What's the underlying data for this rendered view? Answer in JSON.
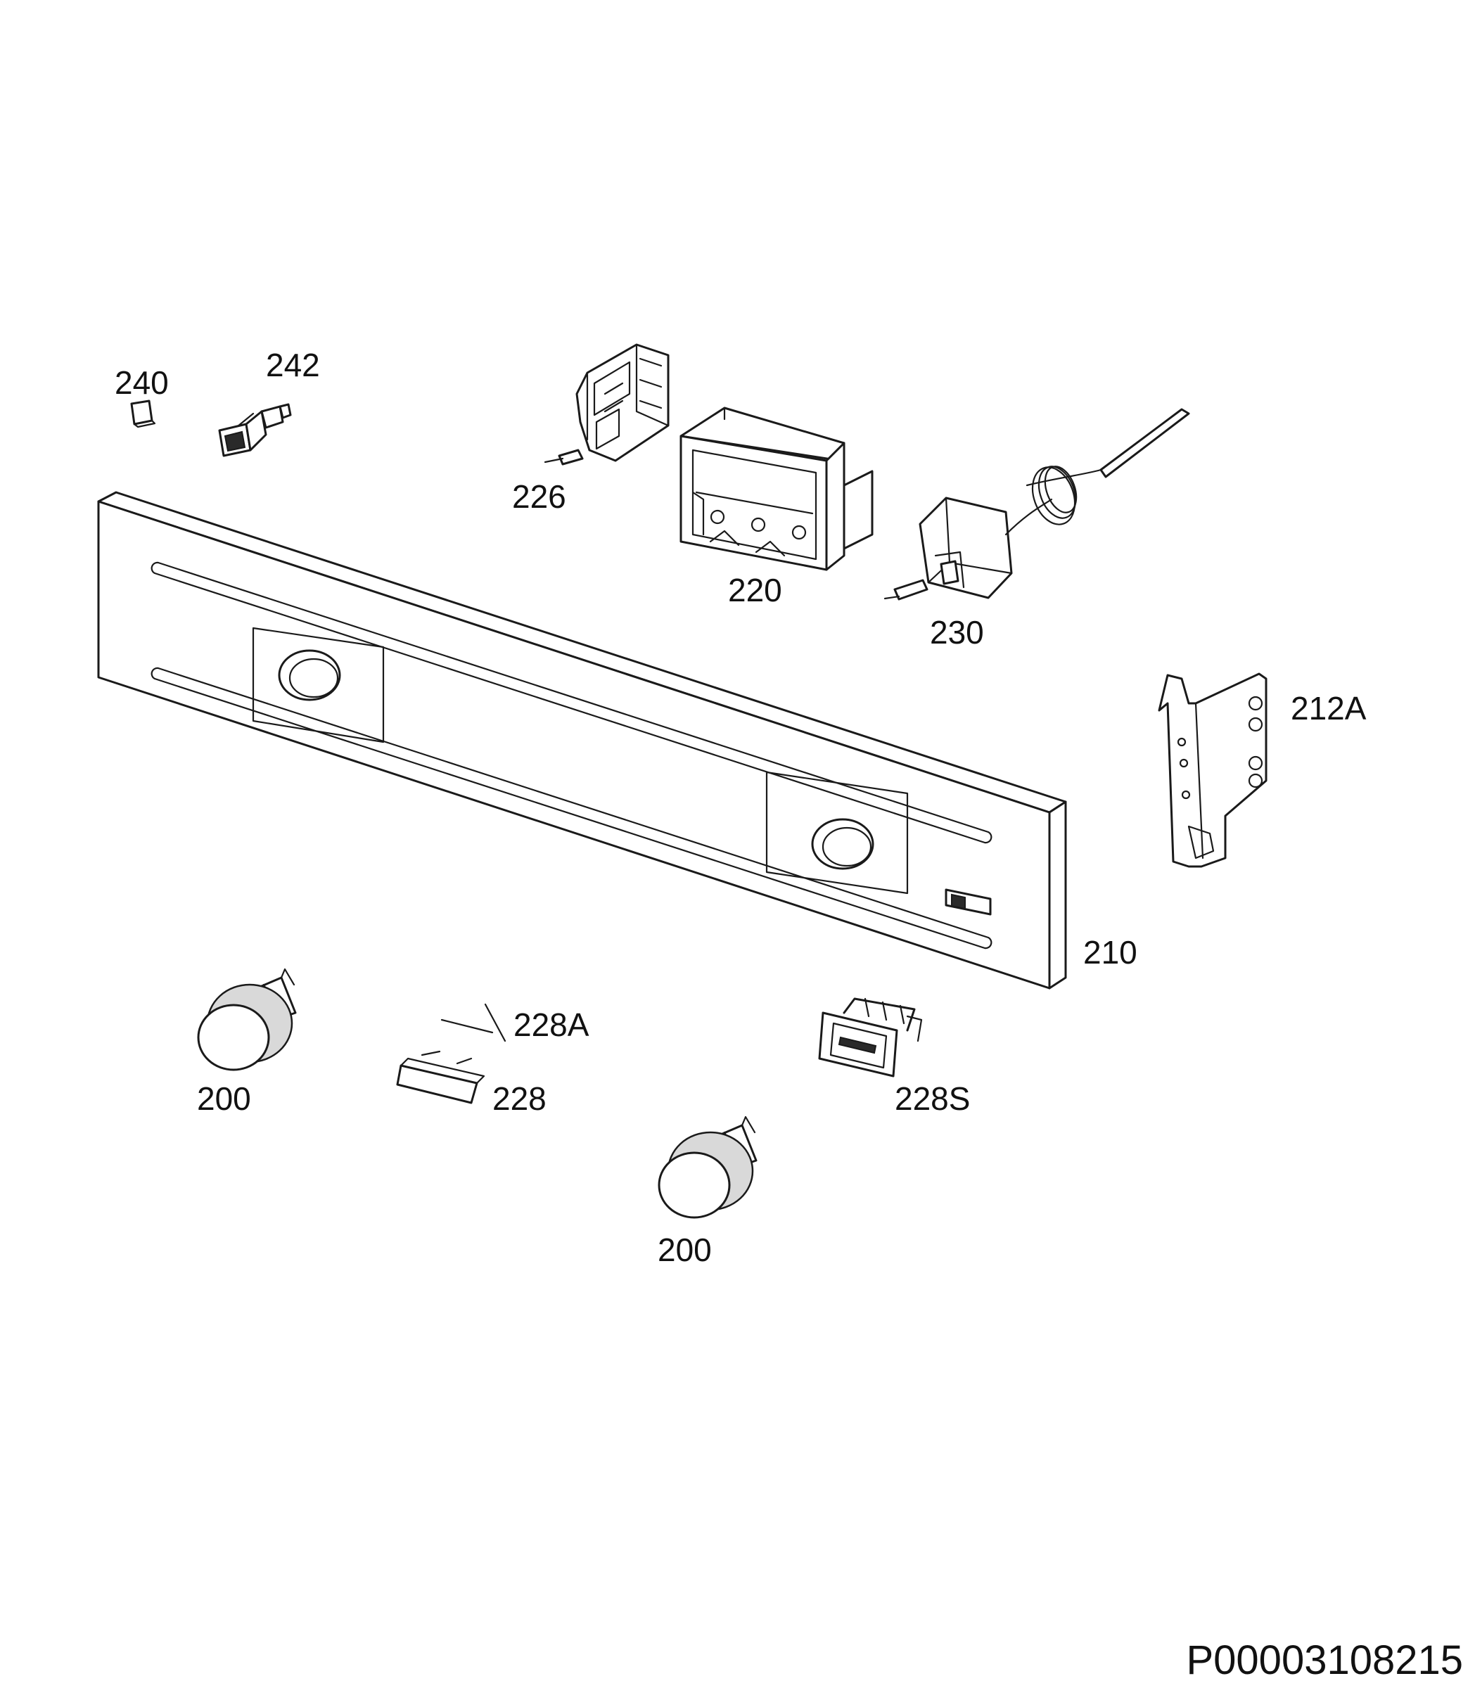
{
  "labels": {
    "p240": "240",
    "p242": "242",
    "p226": "226",
    "p220": "220",
    "p230": "230",
    "p212a": "212A",
    "p210": "210",
    "p200a": "200",
    "p228a": "228A",
    "p228": "228",
    "p228s": "228S",
    "p200b": "200"
  },
  "document_id": "P00003108215"
}
